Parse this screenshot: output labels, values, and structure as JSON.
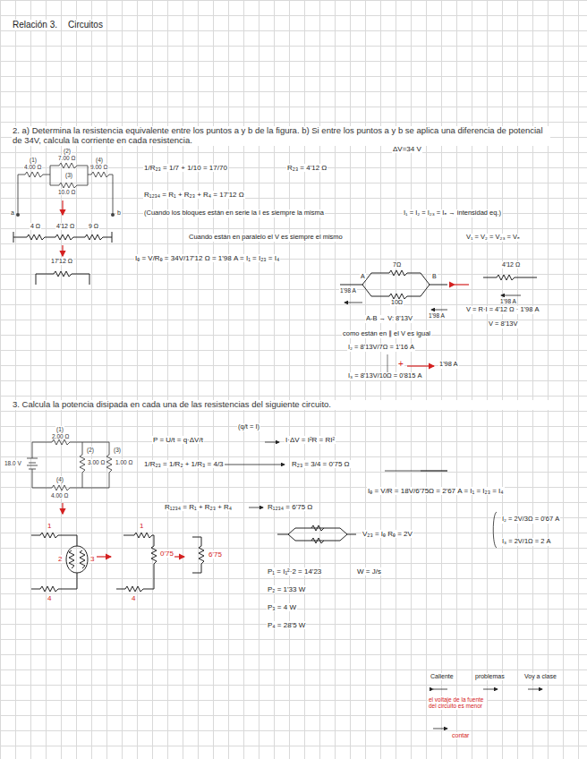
{
  "diagram": {
    "title": "Relación 3.",
    "labels": [
      "Circuitos",
      "2. a) Determina la resistencia equivalente entre los puntos a y b de la figura. b) Si entre los puntos a y b se aplica una diferencia de potencial de 34V, calcula la corriente en cada resistencia.",
      "ΔV=34 V",
      "(1)",
      "4.00 Ω",
      "(2)",
      "7.00 Ω",
      "(3)",
      "10.0 Ω",
      "(4)",
      "9.00 Ω",
      "a",
      "b",
      "4 Ω",
      "4'12 Ω",
      "9 Ω",
      "17'12 Ω",
      "1/R₂₃ = 1/7 + 1/10 = 17/70",
      "R₂₃ = 4'12 Ω",
      "R₁₂₃₄ = R₁ + R₂₃ + R₄ = 17'12 Ω",
      "(Cuando los bloques están en serie la I es siempre la misma",
      "I₁ = I₂ = I₂₃ = Iₑ → intensidad eq.)",
      "Cuando están en paralelo el V es siempre el mismo",
      "V₁ = V₂ = V₂₃ = Vₑ",
      "Iₑ = V/Rₑ = 34V/17'12 Ω = 1'98 A = I₁ = I₂₃ = I₄",
      "7Ω",
      "10Ω",
      "A",
      "B",
      "1'98 A",
      "1'98 A",
      "4'12 Ω",
      "1'98 A",
      "A-B → V: 8'13V",
      "V = R·I = 4'12 Ω · 1'98 A",
      "V = 8'13V",
      "como están en ∥ el V es igual",
      "I₂ = 8'13V/7Ω = 1'16 A",
      "+",
      "1'98 A",
      "I₃ = 8'13V/10Ω = 0'815 A",
      "3. Calcula la potencia disipada en cada una de las resistencias del siguiente circuito.",
      "(1)",
      "2.00 Ω",
      "18.0 V",
      "(2)",
      "3.00 Ω",
      "(3)",
      "1.00 Ω",
      "(4)",
      "4.00 Ω",
      "P = U/t = q·ΔV/t",
      "(q/t = I)",
      "I·ΔV = I²R = RI²",
      "1/R₂₃ = 1/R₂ + 1/R₃ = 4/3",
      "R₂₃ = 3/4 = 0'75 Ω",
      "R₁₂₃₄ = R₁ + R₂₃ + R₄",
      "R₁₂₃₄ = 6'75 Ω",
      "Iₑ = V/R = 18V/6'75Ω = 2'67 A = I₁ = I₂₃ = I₄",
      "I₂ = 2V/3Ω = 0'67 A",
      "I₃ = 2V/1Ω = 2 A",
      "V₂₃ = Iₑ Rₑ = 2V",
      "P₁ = I₁²·2 = 14'23",
      "W = J/s",
      "P₂ = 1'33 W",
      "P₃ = 4 W",
      "P₄ = 28'5 W",
      "1",
      "2",
      "3",
      "4",
      "1",
      "0'75",
      "4",
      "6'75",
      "Caliente",
      "problemas",
      "Voy a clase",
      "el voltaje de la fuente del circuito es menor",
      "contar"
    ]
  }
}
